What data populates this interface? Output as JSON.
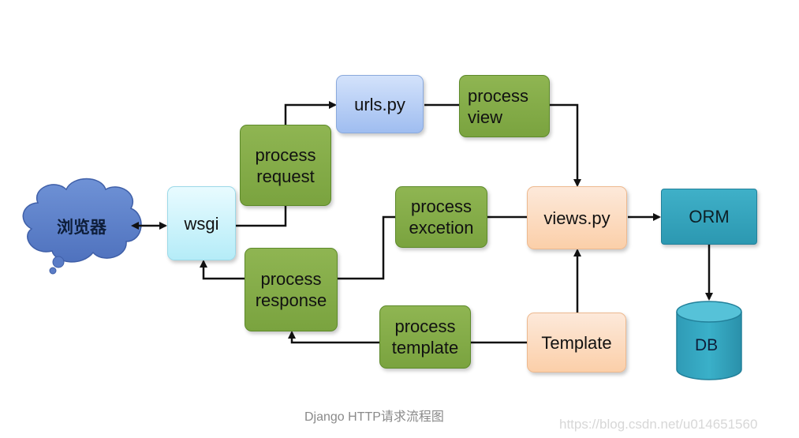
{
  "nodes": {
    "browser": "浏览器",
    "wsgi": "wsgi",
    "urls": "urls.py",
    "process_view": [
      "process",
      "view"
    ],
    "process_request": [
      "process",
      "request"
    ],
    "process_excetion": [
      "process",
      "excetion"
    ],
    "views": "views.py",
    "orm": "ORM",
    "process_response": [
      "process",
      "response"
    ],
    "process_template": [
      "process",
      "template"
    ],
    "template": "Template",
    "db": "DB"
  },
  "caption": "Django HTTP请求流程图",
  "watermark": "https://blog.csdn.net/u014651560"
}
